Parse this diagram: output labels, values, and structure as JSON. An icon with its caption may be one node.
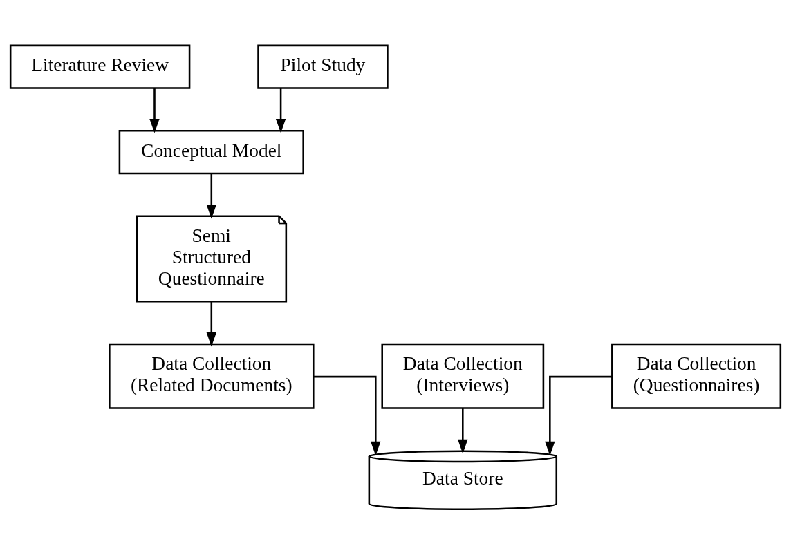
{
  "diagram": {
    "nodes": [
      {
        "text": [
          "Literature Review"
        ]
      },
      {
        "text": [
          "Pilot Study"
        ]
      },
      {
        "text": [
          "Conceptual Model"
        ]
      },
      {
        "text": [
          "Semi Structured Questionnaire"
        ]
      },
      {
        "text": [
          "Data Collection (Interviews)"
        ]
      },
      {
        "text": [
          "Data Collection (Related Documents)"
        ]
      },
      {
        "text": [
          "Data Collection (Questionnaires)"
        ]
      },
      {
        "text": [
          "Data Store"
        ]
      }
    ],
    "edges": [
      {
        "from": 0,
        "to": 2,
        "arrow": "to"
      },
      {
        "from": 1,
        "to": 2,
        "arrow": "to"
      },
      {
        "from": 2,
        "to": 3,
        "arrow": "to"
      },
      {
        "from": 3,
        "to": 5,
        "arrow": "to"
      },
      {
        "from": 4,
        "to": 7,
        "arrow": "to"
      },
      {
        "from": 5,
        "to": 7,
        "arrow": "to"
      },
      {
        "from": 6,
        "to": 7,
        "arrow": "to"
      }
    ]
  }
}
